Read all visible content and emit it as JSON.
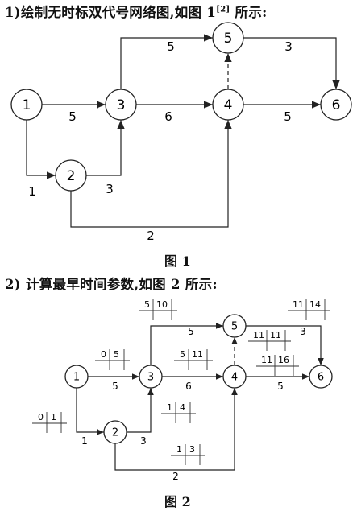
{
  "step1": {
    "prefix": "1)绘制无时标双代号网络图,如图 1",
    "sup": "[2]",
    "suffix": " 所示:"
  },
  "figure1": {
    "caption": "图 1",
    "nodes": [
      "1",
      "2",
      "3",
      "4",
      "5",
      "6"
    ],
    "edges": [
      {
        "from": "1",
        "to": "3",
        "label": "5"
      },
      {
        "from": "1",
        "to": "2",
        "label": "1"
      },
      {
        "from": "2",
        "to": "3",
        "label": "3"
      },
      {
        "from": "2",
        "to": "4",
        "label": "2"
      },
      {
        "from": "3",
        "to": "4",
        "label": "6"
      },
      {
        "from": "3",
        "to": "5",
        "label": "5"
      },
      {
        "from": "4",
        "to": "5",
        "label": ""
      },
      {
        "from": "4",
        "to": "6",
        "label": "5"
      },
      {
        "from": "5",
        "to": "6",
        "label": "3"
      }
    ]
  },
  "step2": {
    "text": "2) 计算最早时间参数,如图 2 所示:"
  },
  "figure2": {
    "caption": "图 2",
    "nodes": [
      "1",
      "2",
      "3",
      "4",
      "5",
      "6"
    ],
    "edges": [
      {
        "from": "1",
        "to": "3",
        "label": "5"
      },
      {
        "from": "1",
        "to": "2",
        "label": "1"
      },
      {
        "from": "2",
        "to": "3",
        "label": "3"
      },
      {
        "from": "2",
        "to": "4",
        "label": "2"
      },
      {
        "from": "3",
        "to": "4",
        "label": "6"
      },
      {
        "from": "3",
        "to": "5",
        "label": "5"
      },
      {
        "from": "4",
        "to": "5",
        "label": ""
      },
      {
        "from": "4",
        "to": "6",
        "label": "5"
      },
      {
        "from": "5",
        "to": "6",
        "label": "3"
      }
    ],
    "time_params": [
      {
        "activity": "1-2",
        "es": "0",
        "ef": "1"
      },
      {
        "activity": "1-3",
        "es": "0",
        "ef": "5"
      },
      {
        "activity": "2-3",
        "es": "1",
        "ef": "4"
      },
      {
        "activity": "2-4",
        "es": "1",
        "ef": "3"
      },
      {
        "activity": "3-4",
        "es": "5",
        "ef": "11"
      },
      {
        "activity": "3-5",
        "es": "5",
        "ef": "10"
      },
      {
        "activity": "4-5",
        "es": "11",
        "ef": "11"
      },
      {
        "activity": "4-6",
        "es": "11",
        "ef": "16"
      },
      {
        "activity": "5-6",
        "es": "11",
        "ef": "14"
      }
    ]
  }
}
